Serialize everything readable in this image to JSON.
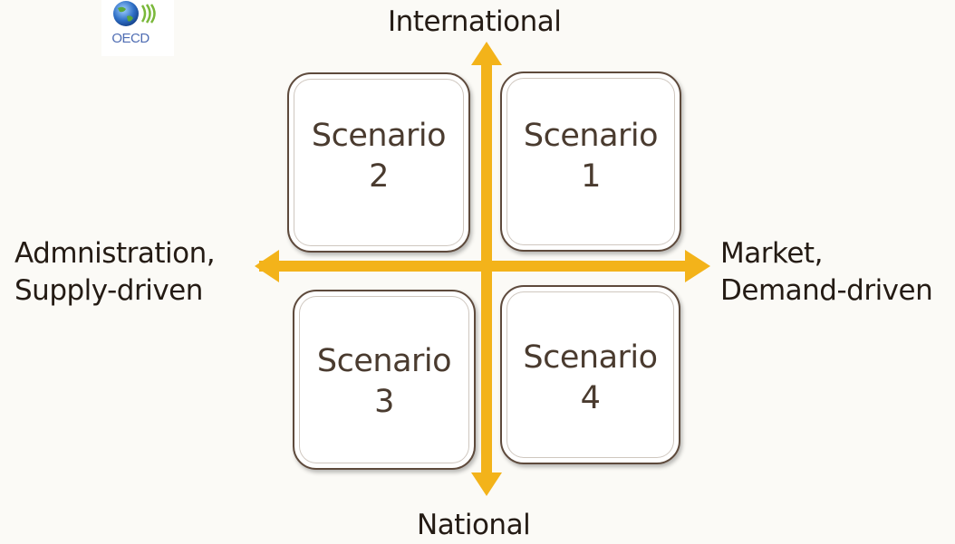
{
  "logo": {
    "text": "OECD"
  },
  "axes": {
    "top": "International",
    "bottom": "National",
    "left": "Admnistration,\nSupply-driven",
    "right": "Market,\nDemand-driven"
  },
  "scenarios": [
    {
      "label": "Scenario\n1"
    },
    {
      "label": "Scenario\n2"
    },
    {
      "label": "Scenario\n3"
    },
    {
      "label": "Scenario\n4"
    }
  ],
  "colors": {
    "axis": "#f3b31a",
    "box_border": "#5e4a3c",
    "background": "#fbfaf6"
  }
}
